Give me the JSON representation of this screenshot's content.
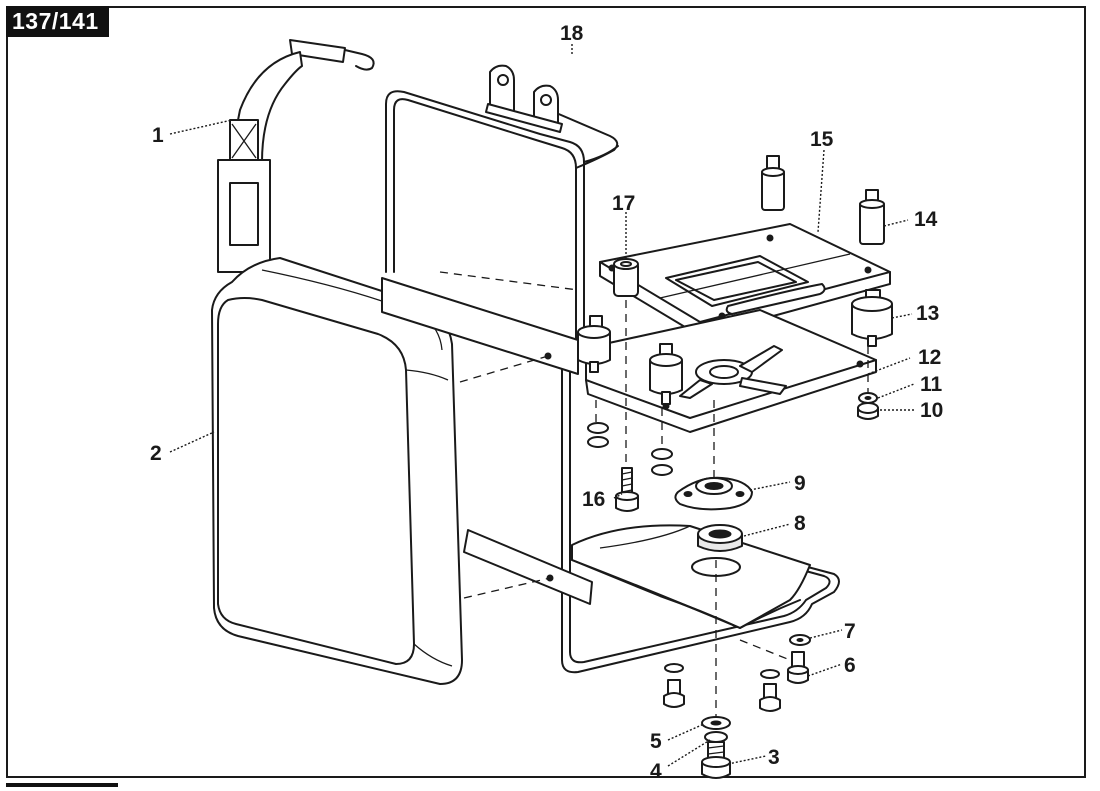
{
  "page_tag": "137/141",
  "callouts": [
    {
      "id": "c1",
      "text": "1"
    },
    {
      "id": "c2",
      "text": "2"
    },
    {
      "id": "c3",
      "text": "3"
    },
    {
      "id": "c4",
      "text": "4"
    },
    {
      "id": "c5",
      "text": "5"
    },
    {
      "id": "c6",
      "text": "6"
    },
    {
      "id": "c7",
      "text": "7"
    },
    {
      "id": "c8",
      "text": "8"
    },
    {
      "id": "c9",
      "text": "9"
    },
    {
      "id": "c10",
      "text": "10"
    },
    {
      "id": "c11",
      "text": "11"
    },
    {
      "id": "c12",
      "text": "12"
    },
    {
      "id": "c13",
      "text": "13"
    },
    {
      "id": "c14",
      "text": "14"
    },
    {
      "id": "c15",
      "text": "15"
    },
    {
      "id": "c16",
      "text": "16"
    },
    {
      "id": "c17",
      "text": "17"
    },
    {
      "id": "c18",
      "text": "18"
    }
  ],
  "colors": {
    "ink": "#1a1a1a",
    "paper": "#ffffff"
  }
}
